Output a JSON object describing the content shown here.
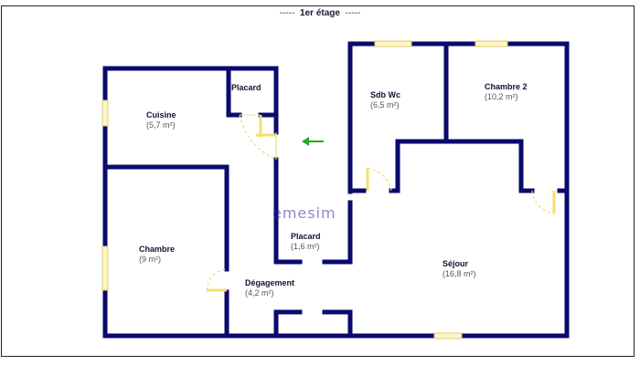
{
  "header": {
    "title": "1er étage",
    "dash_left": "-----",
    "dash_right": "-----"
  },
  "watermark": "emesim",
  "colors": {
    "wall": "#0a0a6e",
    "window": "#f0e68c",
    "arrow": "#22aa22",
    "frame": "#222222"
  },
  "rooms": [
    {
      "id": "cuisine",
      "name": "Cuisine",
      "area": "(5,7 m²)"
    },
    {
      "id": "placard-1",
      "name": "Placard",
      "area": ""
    },
    {
      "id": "sdb-wc",
      "name": "Sdb Wc",
      "area": "(6,5 m²)"
    },
    {
      "id": "chambre-2",
      "name": "Chambre 2",
      "area": "(10,2 m²)"
    },
    {
      "id": "chambre",
      "name": "Chambre",
      "area": "(9 m²)"
    },
    {
      "id": "placard-2",
      "name": "Placard",
      "area": "(1,6 m²)"
    },
    {
      "id": "degagement",
      "name": "Dégagement",
      "area": "(4,2 m²)"
    },
    {
      "id": "sejour",
      "name": "Séjour",
      "area": "(16,8 m²)"
    }
  ],
  "icons": {
    "entry_arrow": "arrow-left-icon"
  }
}
